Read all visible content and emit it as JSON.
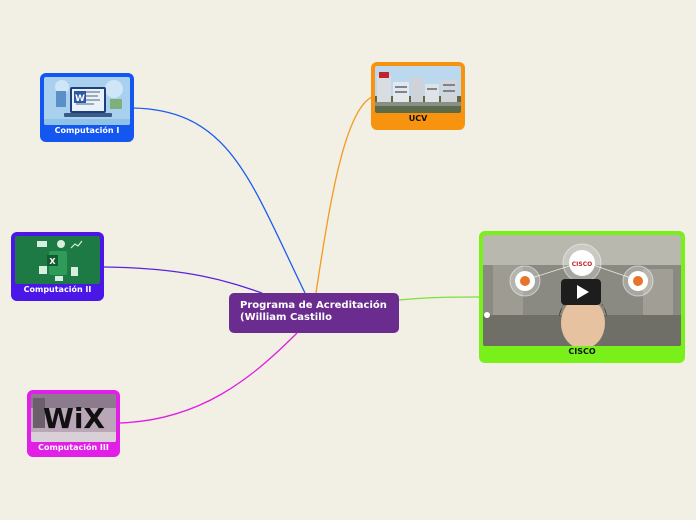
{
  "central": {
    "line1": "Programa de Acreditación",
    "line2": "(William Castillo",
    "color": "#6a2c8e"
  },
  "nodes": [
    {
      "id": "computacion-1",
      "label": "Computación I",
      "color": "#1357f0",
      "line_color": "#1c5cf0",
      "image": "word-laptop-image"
    },
    {
      "id": "computacion-2",
      "label": "Computación II",
      "color": "#4b17e8",
      "line_color": "#5a22e0",
      "image": "excel-image"
    },
    {
      "id": "computacion-3",
      "label": "Computación III",
      "color": "#e11fe6",
      "line_color": "#e01fe0",
      "image": "wix-image"
    },
    {
      "id": "ucv",
      "label": "UCV",
      "color": "#f7930f",
      "line_color": "#f49a1f",
      "image": "campus-photo"
    },
    {
      "id": "cisco",
      "label": "CISCO",
      "color": "#79f01a",
      "line_color": "#7ee03a",
      "image": "cisco-video"
    }
  ],
  "images": {
    "wix_text": "WiX",
    "cisco_logo_text": "CISCO"
  },
  "colors": {
    "background": "#f2efe4"
  }
}
